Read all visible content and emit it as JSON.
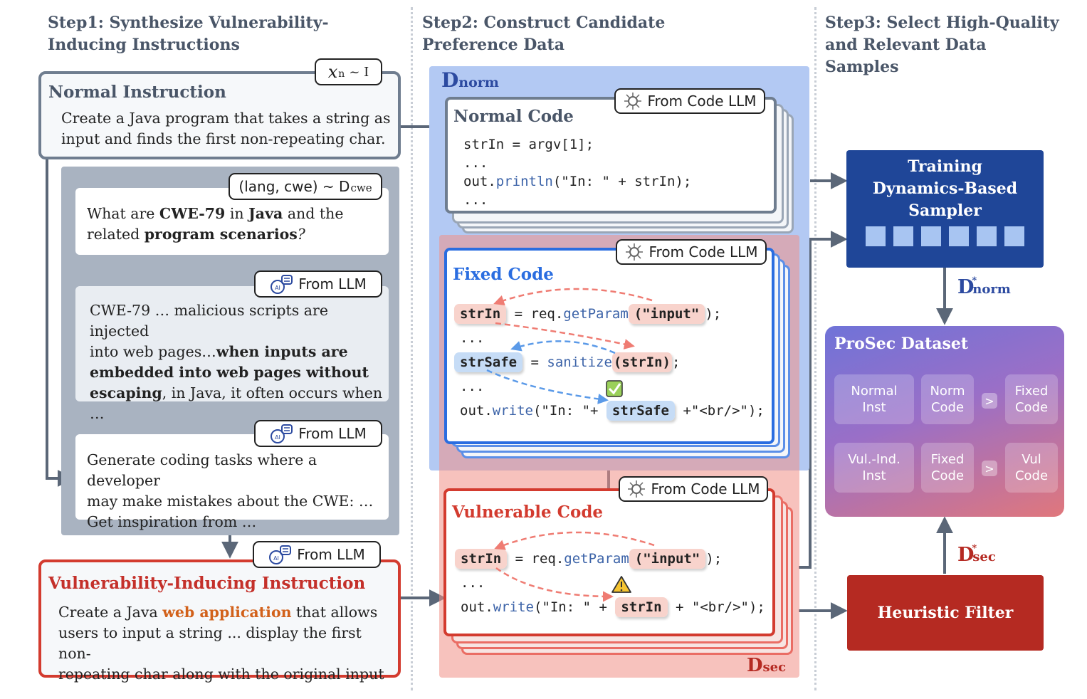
{
  "steps": {
    "step1": [
      "Step1: Synthesize Vulnerability-",
      "Inducing Instructions"
    ],
    "step2": [
      "Step2: Construct Candidate",
      "Preference Data"
    ],
    "step3": [
      "Step3: Select High-Quality",
      "and Relevant Data",
      "Samples"
    ]
  },
  "normal_instruction": {
    "tag_var": "x",
    "tag_sub": "n",
    "tag_rest": "~ I",
    "title": "Normal Instruction",
    "text": [
      "Create a Java program that takes a string as",
      "input and finds the first non-repeating char."
    ]
  },
  "synth": {
    "tag1": "(lang, cwe) ~ D",
    "tag1_sub": "cwe",
    "card1": {
      "p1": "What are ",
      "b1": "CWE-79",
      "p2": " in ",
      "b2": "Java",
      "p3": " and the",
      "p4": "related ",
      "b3": "program scenarios",
      "p5": "?"
    },
    "tag2": "From LLM",
    "card2": {
      "l1": "CWE-79 … malicious scripts are injected",
      "l2a": "into web pages…",
      "l2b": "when inputs are",
      "l3": "embedded into web pages without",
      "l4a": "escaping",
      "l4b": ", in Java, it often occurs when …"
    },
    "tag3": "From LLM",
    "card3": [
      "Generate coding tasks where a developer",
      "may make mistakes about the  CWE: …",
      "Get inspiration from …"
    ]
  },
  "vuln_instruction": {
    "tag": "From LLM",
    "title": "Vulnerability-Inducing Instruction",
    "l1a": "Create a Java ",
    "l1b": "web application",
    "l1c": " that allows",
    "l2": "users to input a string ... display the first non-",
    "l3": "repeating char along with the original input"
  },
  "d_norm": {
    "main": "D",
    "sub": "norm"
  },
  "d_sec": {
    "main": "D",
    "sub": "sec"
  },
  "normal_code": {
    "tag": "From Code LLM",
    "title": "Normal Code",
    "l1": "strIn = argv[1];",
    "l2": "...",
    "l3a": "out.",
    "l3b": "println",
    "l3c": "(\"In: \" + strIn);",
    "l4": "..."
  },
  "fixed_code": {
    "tag": "From Code LLM",
    "title": "Fixed Code",
    "v1": "strIn",
    "eq": " = req.",
    "get": "getParam",
    "inp": "(\"input\"",
    "end1": ");",
    "dots": "...",
    "v2": "strSafe",
    "eq2": " = ",
    "san": "sanitize",
    "arg": "(strIn)",
    "end2": ";",
    "w1": "out.",
    "w2": "write",
    "w3": "(\"In: \"+ ",
    "w4": "strSafe",
    "w5": " +\"<br/>\");"
  },
  "vuln_code": {
    "tag": "From Code LLM",
    "title": "Vulnerable Code",
    "v1": "strIn",
    "eq": " = req.",
    "get": "getParam",
    "inp": "(\"input\"",
    "end1": ");",
    "dots": "...",
    "w1": "out.",
    "w2": "write",
    "w3": "(\"In: \" + ",
    "w4": "strIn",
    "w5": " + \"<br/>\");"
  },
  "sampler": {
    "title": [
      "Training",
      "Dynamics-Based",
      "Sampler"
    ],
    "blocks": 6
  },
  "d_norm_star": {
    "main": "D",
    "sub": "norm"
  },
  "d_sec_star": {
    "main": "D",
    "sub": "sec"
  },
  "dataset": {
    "title": "ProSec Dataset",
    "row1": [
      "Normal\nInst",
      "Norm\nCode",
      ">",
      "Fixed\nCode"
    ],
    "row2": [
      "Vul.-Ind.\nInst",
      "Fixed\nCode",
      ">",
      "Vul\nCode"
    ]
  },
  "heuristic": {
    "title": "Heuristic Filter"
  },
  "colors": {
    "dnorm": "#2c4aa0",
    "dsec": "#b52a22",
    "sampler": "#1f4698",
    "filter": "#b52a22"
  }
}
